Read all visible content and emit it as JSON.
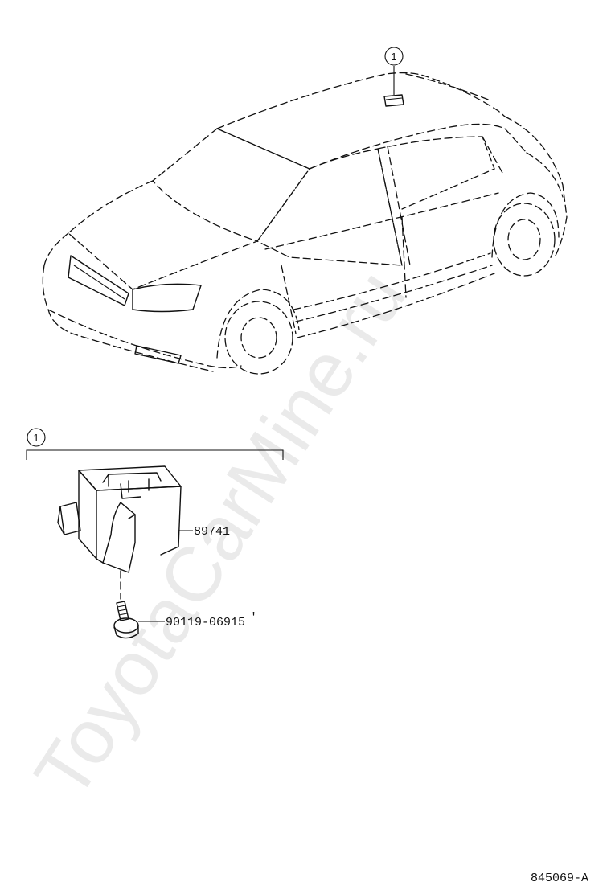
{
  "diagram": {
    "callouts": {
      "top": "1",
      "group": "1"
    },
    "parts": {
      "module": "89741",
      "bolt": "90119-06915"
    },
    "bolt_mark": "′",
    "code": "845069-A",
    "watermark": "ToyotaCarMine.ru"
  }
}
